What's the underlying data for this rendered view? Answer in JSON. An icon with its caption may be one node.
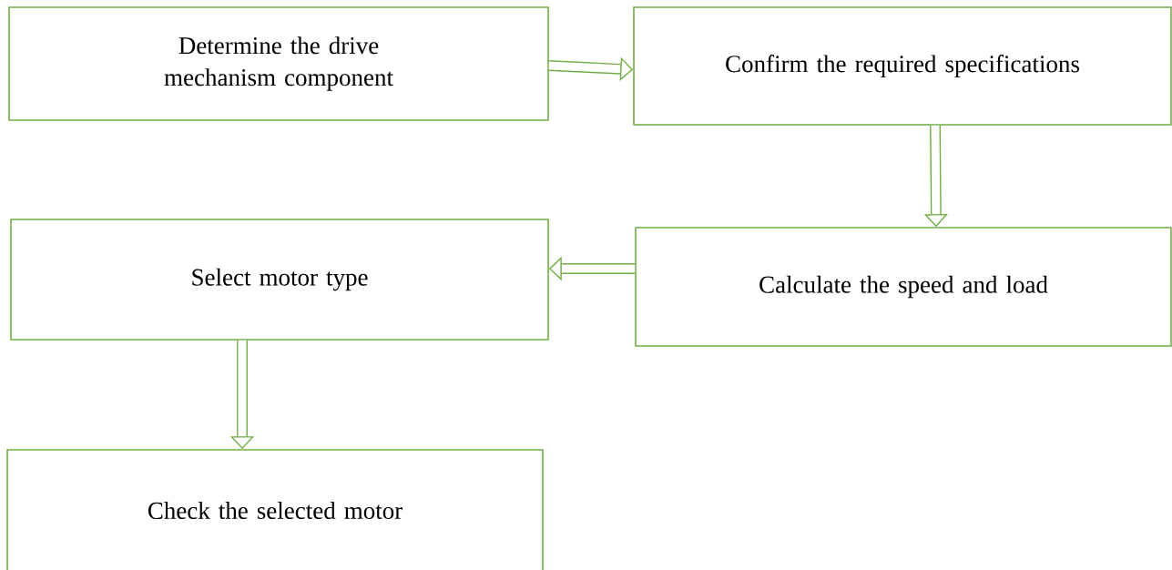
{
  "diagram": {
    "nodes": [
      {
        "text": [
          "Determine the drive mechanism component"
        ]
      },
      {
        "text": [
          "Confirm the required specifications"
        ]
      },
      {
        "text": [
          "Calculate the speed and load"
        ]
      },
      {
        "text": [
          "Select motor type"
        ]
      },
      {
        "text": [
          "Check the selected motor"
        ]
      }
    ],
    "edges": [
      {
        "from": 0,
        "to": 1,
        "arrow": "to"
      },
      {
        "from": 1,
        "to": 2,
        "arrow": "to"
      },
      {
        "from": 2,
        "to": 3,
        "arrow": "to"
      },
      {
        "from": 3,
        "to": 4,
        "arrow": "to"
      }
    ]
  }
}
